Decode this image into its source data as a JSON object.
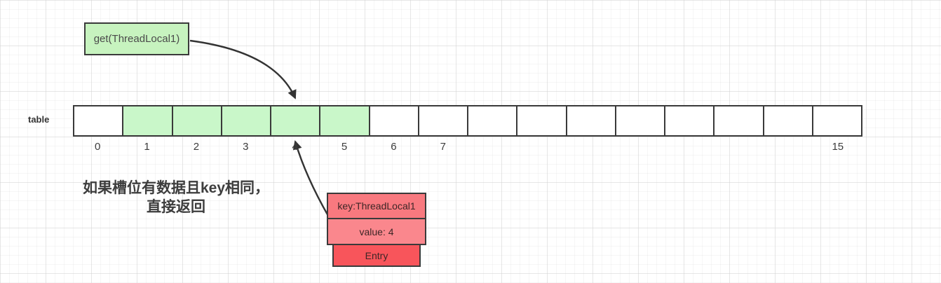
{
  "diagram": {
    "get_box": {
      "label": "get(ThreadLocal1)"
    },
    "table": {
      "label": "table",
      "cells": [
        {
          "label": "0",
          "highlighted": false
        },
        {
          "label": "1",
          "highlighted": true
        },
        {
          "label": "2",
          "highlighted": true
        },
        {
          "label": "3",
          "highlighted": true
        },
        {
          "label": "4",
          "highlighted": true
        },
        {
          "label": "5",
          "highlighted": true
        },
        {
          "label": "6",
          "highlighted": false
        },
        {
          "label": "7",
          "highlighted": false
        },
        {
          "label": "",
          "highlighted": false
        },
        {
          "label": "",
          "highlighted": false
        },
        {
          "label": "",
          "highlighted": false
        },
        {
          "label": "",
          "highlighted": false
        },
        {
          "label": "",
          "highlighted": false
        },
        {
          "label": "",
          "highlighted": false
        },
        {
          "label": "",
          "highlighted": false
        },
        {
          "label": "15",
          "highlighted": false
        }
      ]
    },
    "annotation": {
      "line1": "如果槽位有数据且key相同，",
      "line2": "直接返回"
    },
    "entry_box": {
      "key": "key:ThreadLocal1",
      "value": "value: 4",
      "label": "Entry"
    },
    "connectors": [
      {
        "name": "get-to-slot4-arrow",
        "description": "curved arrow from get(ThreadLocal1) box down to table slot 4"
      },
      {
        "name": "entry-to-slot4-arrow",
        "description": "curved arrow from Entry key box up to table slot 4"
      }
    ],
    "colors": {
      "get-box-green": "#c7f3bf",
      "cell-green": "#c9f7c9",
      "key-pink": "#f8797f",
      "value-pink": "#fa878d",
      "entry-red": "#f8555b",
      "border-dark": "#3a3a3a",
      "arrow": "#333333"
    }
  }
}
